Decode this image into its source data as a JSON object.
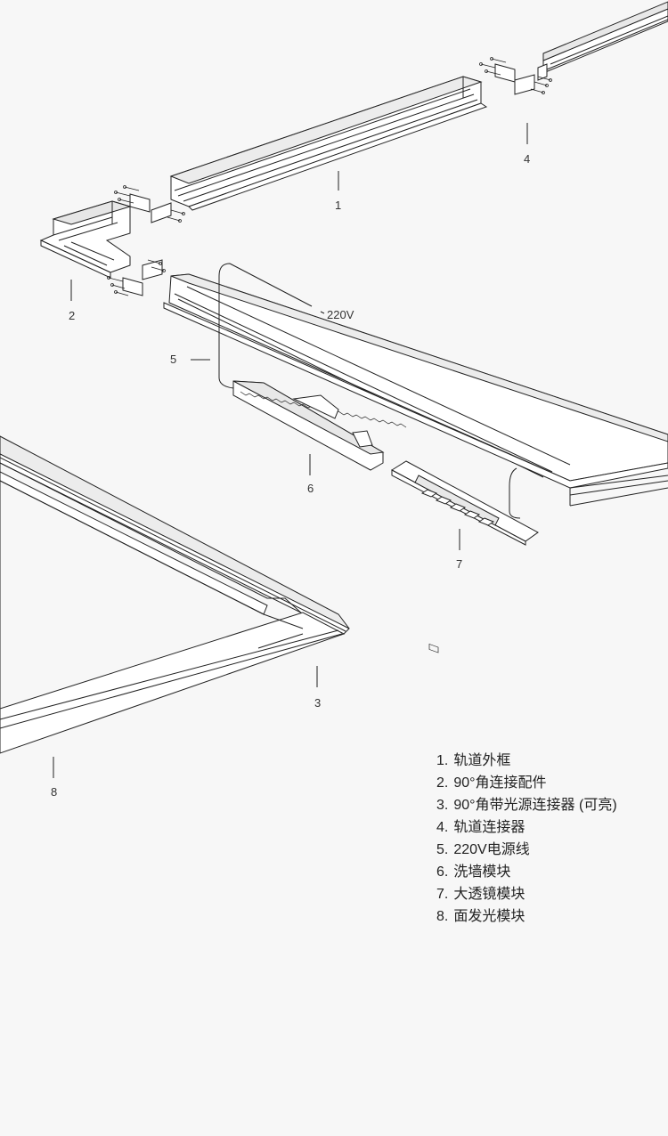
{
  "callouts": {
    "c1": "1",
    "c2": "2",
    "c3": "3",
    "c4": "4",
    "c5": "5",
    "c6": "6",
    "c7": "7",
    "c8": "8",
    "voltage": "220V"
  },
  "legend": [
    {
      "num": "1.",
      "text": "轨道外框"
    },
    {
      "num": "2.",
      "text": "90°角连接配件"
    },
    {
      "num": "3.",
      "text": "90°角带光源连接器 (可亮)"
    },
    {
      "num": "4.",
      "text": "轨道连接器"
    },
    {
      "num": "5.",
      "text": "220V电源线"
    },
    {
      "num": "6.",
      "text": "洗墙模块"
    },
    {
      "num": "7.",
      "text": "大透镜模块"
    },
    {
      "num": "8.",
      "text": "面发光模块"
    }
  ],
  "colors": {
    "background": "#f7f7f7",
    "line": "#222222",
    "fill": "#ffffff",
    "shade": "#dcdcdc"
  }
}
